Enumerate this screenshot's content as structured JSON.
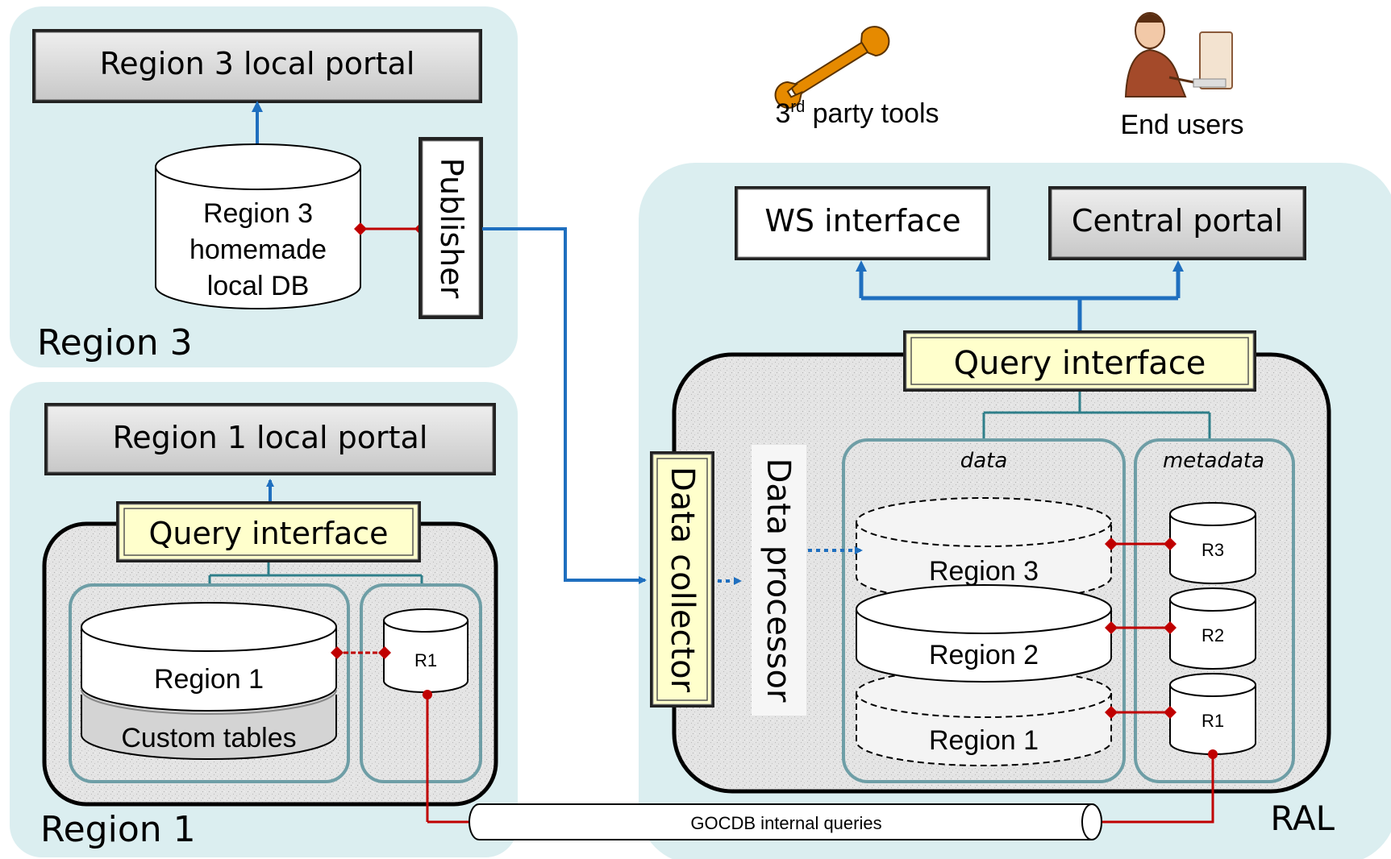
{
  "region3": {
    "label": "Region 3",
    "portal": "Region 3 local portal",
    "db_line1": "Region 3",
    "db_line2": "homemade",
    "db_line3": "local DB",
    "publisher": "Publisher"
  },
  "region1": {
    "label": "Region 1",
    "portal": "Region 1 local portal",
    "query_interface": "Query interface",
    "db_main": "Region 1",
    "db_custom": "Custom tables",
    "db_meta": "R1"
  },
  "tools": {
    "label_base": "3",
    "label_sup": "rd",
    "label_rest": " party tools"
  },
  "users": {
    "label": "End users"
  },
  "ral": {
    "label": "RAL",
    "ws_interface": "WS interface",
    "central_portal": "Central portal",
    "query_interface": "Query interface",
    "data_collector": "Data collector",
    "data_processor": "Data processor",
    "data_label": "data",
    "metadata_label": "metadata",
    "data_regions": [
      "Region 3",
      "Region 2",
      "Region 1"
    ],
    "meta_regions": [
      "R3",
      "R2",
      "R1"
    ]
  },
  "bus": {
    "label": "GOCDB internal queries"
  },
  "colors": {
    "panel_bg": "#dbeef0",
    "blue_arrow": "#1f6fbf",
    "red_link": "#c00000",
    "teal_line": "#2f7f8a",
    "portal_gray": "#d9d9d9",
    "query_yellow": "#ffffcc"
  }
}
